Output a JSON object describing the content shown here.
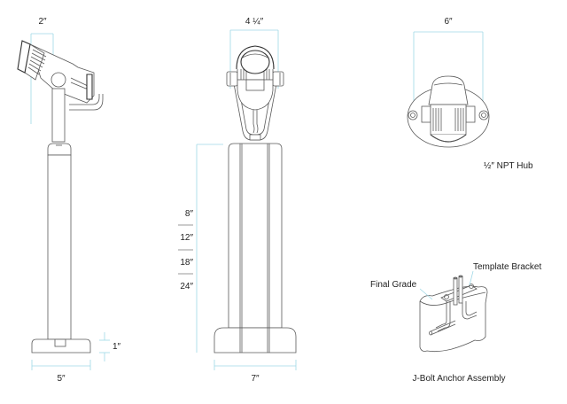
{
  "colors": {
    "dimension_line": "#9fd8e6",
    "outline": "#5a5a5a",
    "text": "#222222",
    "background": "#ffffff"
  },
  "side_view": {
    "head_width": "2″",
    "base_width": "5″",
    "base_height": "1″"
  },
  "front_view": {
    "head_width": "4 ¼″",
    "base_width": "7″",
    "post_heights": [
      "8″",
      "12″",
      "18″",
      "24″"
    ]
  },
  "top_view": {
    "width": "6″",
    "caption": "½″ NPT Hub"
  },
  "anchor_detail": {
    "label_left": "Final Grade",
    "label_right": "Template Bracket",
    "caption": "J-Bolt Anchor Assembly"
  }
}
